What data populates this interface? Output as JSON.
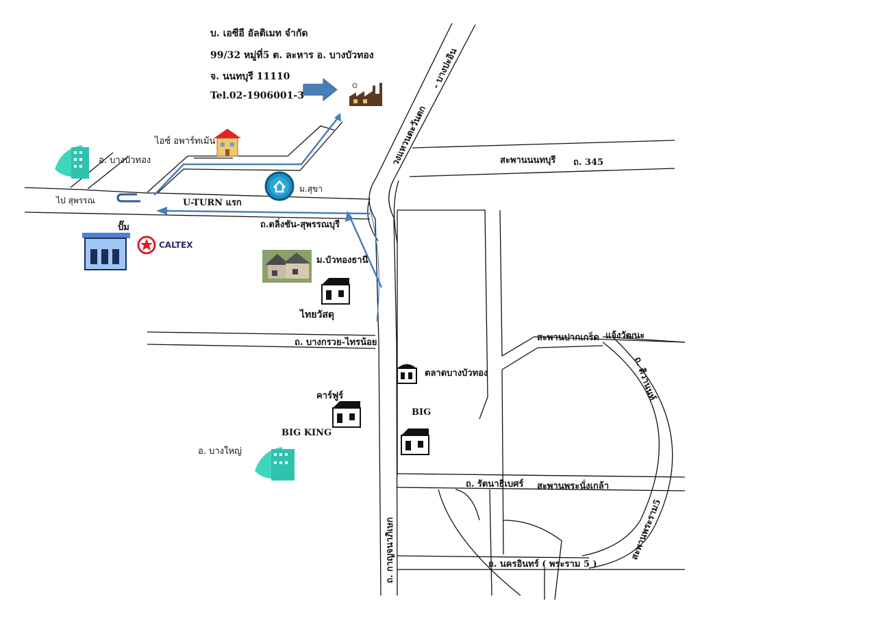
{
  "company": {
    "name": "บ. เอซีอี อัลติเมท จำกัด",
    "address_line1": "99/32 หมู่ที่5 ต. ละหาร อ. บางบัวทอง",
    "address_line2": "จ. นนทบุรี 11110",
    "tel": "Tel.02-1906001-3"
  },
  "labels": {
    "ice_apartment": "ไอซ์ อพาร์ทเม้น",
    "amphoe_bangbuathong": "อ. บางบัวทอง",
    "to_suphan": "ไป สุพรรณ",
    "m_sucha": "ม.สุขา",
    "uturn": "U-TURN แรก",
    "kanlingchan_road": "ถ.ตลิ่งชัน-สุพรรณบุรี",
    "pump": "ปั๊ม",
    "caltex": "CALTEX",
    "m_buathong_thani": "ม.บัวทองธานี",
    "thai_watsadu": "ไทยวัสดุ",
    "bangkruai_road": "ถ. บางกรวย-ไทรน้อย",
    "talat_bangbuathong": "ตลาดบางบัวทอง",
    "carrefour": "คาร์ฟูร์",
    "big": "BIG",
    "big_king": "BIG KING",
    "amphoe_bangyai": "อ. บางใหญ่",
    "western_ring": "วงแหวนตะวันตก",
    "bang_pa_in": "- บางปะอิน",
    "nonthaburi_bridge": "สะพานนนทบุรี",
    "road_345": "ถ. 345",
    "pakkret_bridge": "สะพานปากเกร็ด",
    "chaengwattana": "แจ้งวัฒนะ",
    "tiwanon": "ถ. ติวานนท์",
    "rattanathibet": "ถ. รัตนาธิเบศร์",
    "phra_nangklao_bridge": "สะพานพระนั่งเกล้า",
    "phra_ram5_bridge": "สะพานพระราม5",
    "kanchanaphisek": "ถ. กาญจนาภิเษก",
    "nakhon_in": "ถ. นครอินทร์ ( พระราม 5 )"
  },
  "colors": {
    "route_blue": "#4a7ebb",
    "building_teal": "#3fd6c0",
    "caltex_red": "#d2232a",
    "road_black": "#111111"
  }
}
